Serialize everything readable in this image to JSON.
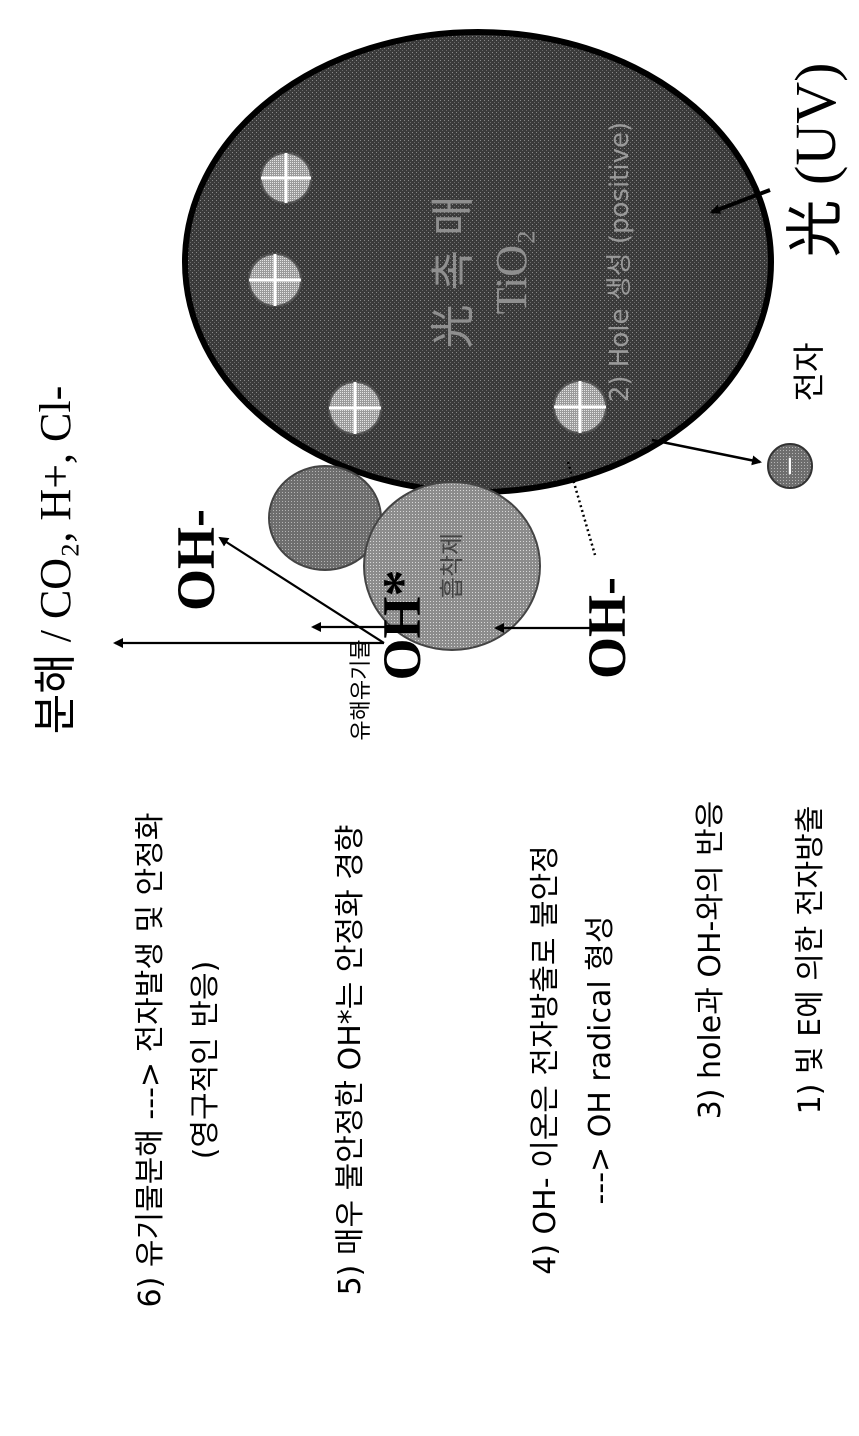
{
  "light_label": "光 (UV)",
  "hole_symbol": "+",
  "electron_symbol": "−",
  "electron_label": "전자",
  "catalyst_text": {
    "line1": "光 촉 매",
    "line2": "TiO₂",
    "line3": "2) Hole 생성 (positive)"
  },
  "pollutant_label": "흡착제",
  "organic_label": "유해유기물",
  "decomposition_label": "분해 / CO₂, H+, Cl-",
  "species": {
    "oh_minus_top": "OH-",
    "oh_radical": "OH*",
    "oh_minus_bottom": "OH-"
  },
  "steps": [
    {
      "text": "1) 빛 E에 의한 전자방출"
    },
    {
      "text": "3) hole과 OH-와의 반응"
    },
    {
      "text": "4) OH- 이온은 전자방출로 불안정",
      "sub": "---> OH radical 형성"
    },
    {
      "text": "5) 매우 불안정한 OH*는 안정화 경향"
    },
    {
      "text": "6) 유기물분해 ---> 전자발생 및 안정화",
      "sub": "(영구적인 반응)"
    }
  ]
}
